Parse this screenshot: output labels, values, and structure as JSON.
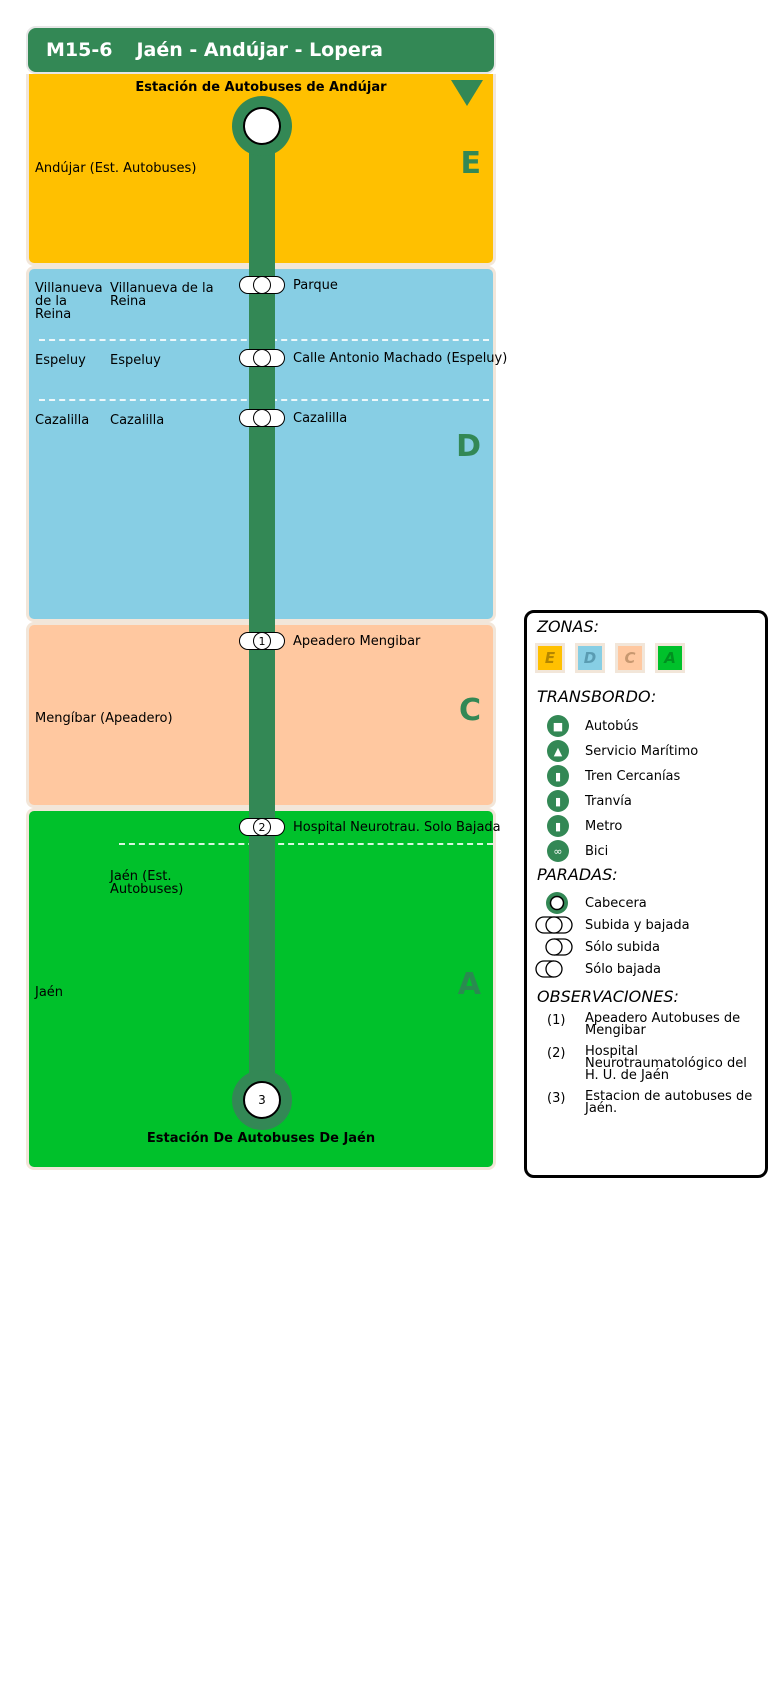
{
  "header": {
    "code": "M15-6",
    "name": "Jaén - Andújar - Lopera"
  },
  "terminals": {
    "top": "Estación de Autobuses de Andújar",
    "bottom": "Estación De Autobuses De Jaén",
    "bottom_number": "3"
  },
  "zones": {
    "E": {
      "letter": "E",
      "color": "#ffc000"
    },
    "D": {
      "letter": "D",
      "color": "#87cee4"
    },
    "C": {
      "letter": "C",
      "color": "#ffc8a0"
    },
    "A": {
      "letter": "A",
      "color": "#00c12b"
    }
  },
  "municipalities": {
    "andujar": "Andújar (Est. Autobuses)",
    "villanueva": "Villanueva de la Reina",
    "espeluy": "Espeluy",
    "cazalilla": "Cazalilla",
    "mengibar": "Mengíbar (Apeadero)",
    "jaen": "Jaén"
  },
  "localities": {
    "villanueva": "Villanueva de la Reina",
    "espeluy": "Espeluy",
    "cazalilla": "Cazalilla",
    "jaen_est": "Jaén (Est. Autobuses)"
  },
  "stops": [
    {
      "name": "Parque",
      "note": ""
    },
    {
      "name": "Calle Antonio Machado (Espeluy)",
      "note": ""
    },
    {
      "name": "Cazalilla",
      "note": ""
    },
    {
      "name": "Apeadero Mengibar",
      "note": "1"
    },
    {
      "name": "Hospital Neurotrau. Solo Bajada",
      "note": "2"
    }
  ],
  "legend": {
    "zonas_title": "ZONAS:",
    "zones": [
      "E",
      "D",
      "C",
      "A"
    ],
    "transbordo_title": "TRANSBORDO:",
    "transbordo": [
      {
        "icon": "bus-icon",
        "label": "Autobús"
      },
      {
        "icon": "boat-icon",
        "label": "Servicio Marítimo"
      },
      {
        "icon": "train-icon",
        "label": "Tren Cercanías"
      },
      {
        "icon": "tram-icon",
        "label": "Tranvía"
      },
      {
        "icon": "metro-icon",
        "label": "Metro"
      },
      {
        "icon": "bike-icon",
        "label": "Bici"
      }
    ],
    "paradas_title": "PARADAS:",
    "paradas": [
      "Cabecera",
      "Subida y bajada",
      "Sólo subida",
      "Sólo bajada"
    ],
    "observaciones_title": "OBSERVACIONES:",
    "observaciones": [
      {
        "num": "(1)",
        "text": "Apeadero Autobuses de Mengibar"
      },
      {
        "num": "(2)",
        "text": "Hospital Neurotraumatológico del H. U. de Jaén"
      },
      {
        "num": "(3)",
        "text": "Estacion de autobuses de Jaén."
      }
    ]
  }
}
